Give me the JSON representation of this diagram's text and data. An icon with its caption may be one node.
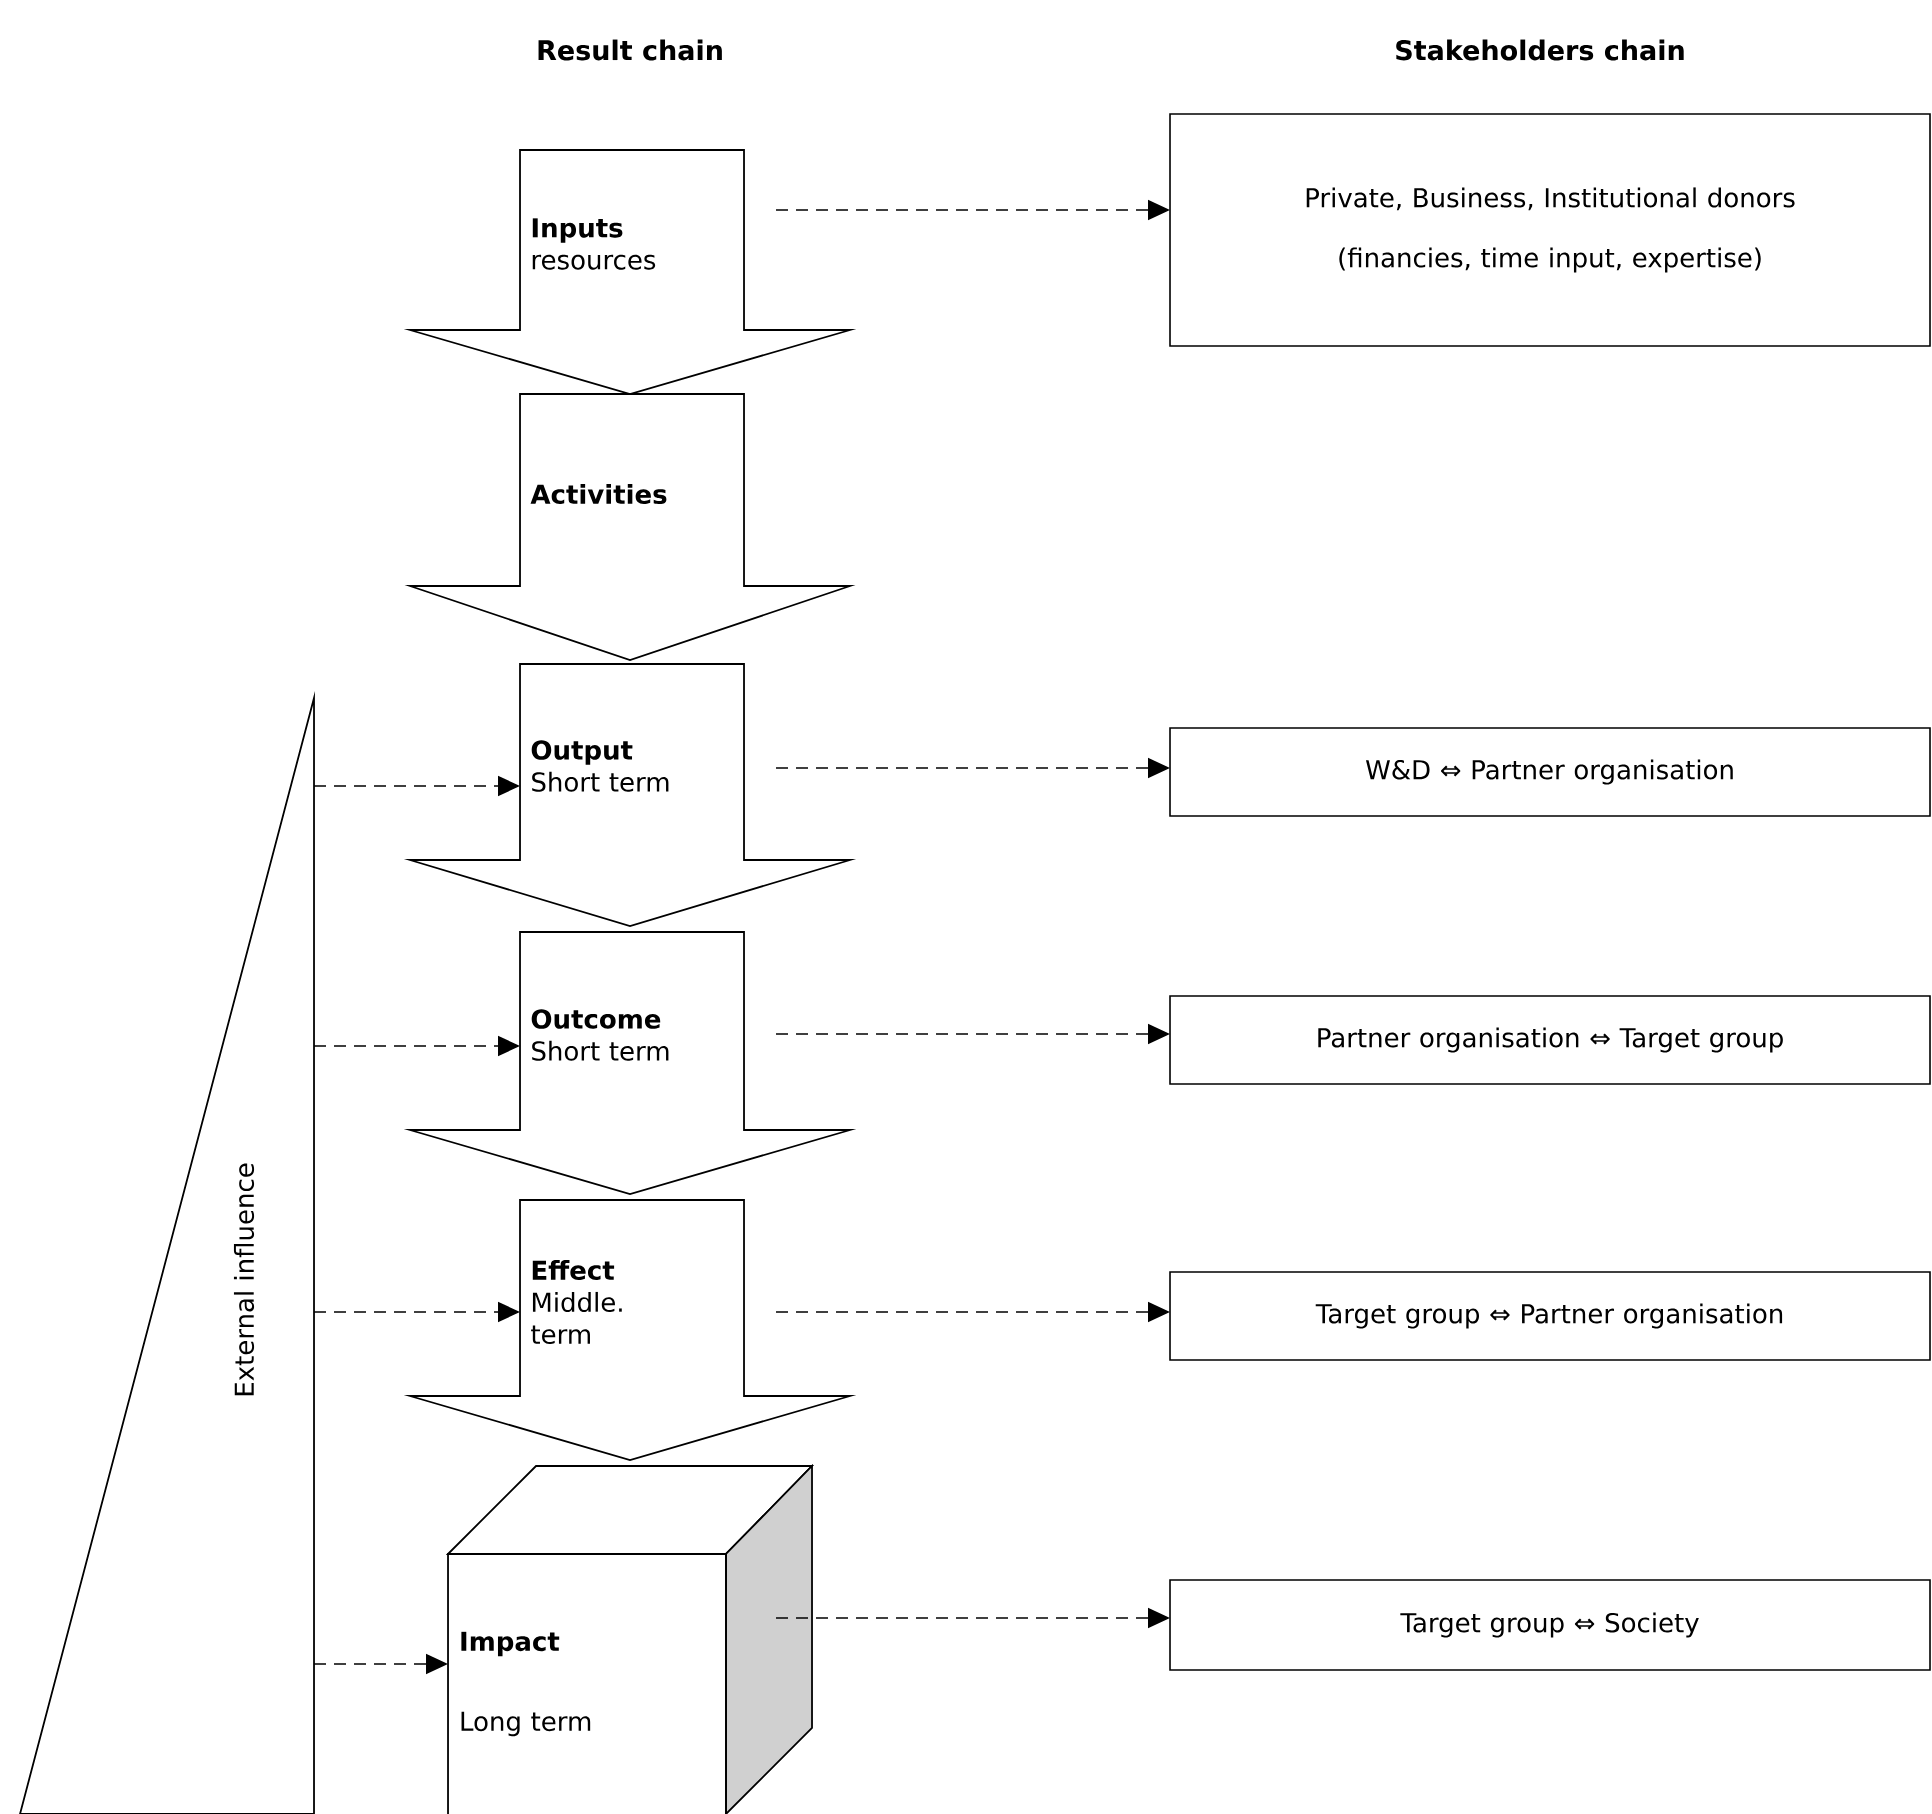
{
  "diagram": {
    "nodes": [
      {
        "text": [
          "Inputs",
          "resources"
        ]
      },
      {
        "text": [
          "Activities"
        ]
      },
      {
        "text": [
          "Output",
          "Short term"
        ]
      },
      {
        "text": [
          "Outcome",
          "Short term"
        ]
      },
      {
        "text": [
          "Effect",
          "Middle. term"
        ]
      },
      {
        "text": [
          "Impact",
          "Long term"
        ]
      },
      {
        "text": [
          "Private, Business, Institutional donors",
          "(financies, time input, expertise)"
        ]
      },
      {
        "text": [
          "W&D ⇔ Partner organisation"
        ]
      },
      {
        "text": [
          "Partner organisation ⇔ Target group"
        ]
      },
      {
        "text": [
          "Target group ⇔ Partner organisation"
        ]
      },
      {
        "text": [
          "Target group ⇔ Society"
        ]
      },
      {
        "text": [
          "External influence"
        ]
      }
    ],
    "edges": [
      {
        "from": 0,
        "to": 6,
        "arrow": "to",
        "style": "dashed"
      },
      {
        "from": 2,
        "to": 7,
        "arrow": "to",
        "style": "dashed"
      },
      {
        "from": 3,
        "to": 8,
        "arrow": "to",
        "style": "dashed"
      },
      {
        "from": 4,
        "to": 9,
        "arrow": "to",
        "style": "dashed"
      },
      {
        "from": 5,
        "to": 10,
        "arrow": "to",
        "style": "dashed"
      },
      {
        "from": 11,
        "to": 2,
        "arrow": "to",
        "style": "dashed"
      },
      {
        "from": 11,
        "to": 3,
        "arrow": "to",
        "style": "dashed"
      },
      {
        "from": 11,
        "to": 4,
        "arrow": "to",
        "style": "dashed"
      },
      {
        "from": 11,
        "to": 5,
        "arrow": "to",
        "style": "dashed"
      }
    ],
    "labels": [
      "Result chain",
      "Stakeholders chain"
    ]
  }
}
